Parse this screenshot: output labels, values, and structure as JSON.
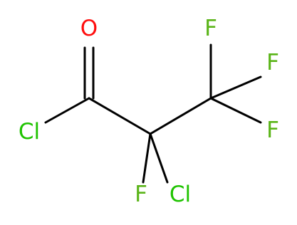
{
  "molecule": {
    "atoms": {
      "o": "O",
      "cl_acyl": "Cl",
      "f_alpha": "F",
      "cl_alpha": "Cl",
      "f_top": "F",
      "f_right": "F",
      "f_bottom": "F"
    },
    "colors": {
      "oxygen": "#ff0d0d",
      "chlorine": "#1fc300",
      "fluorine": "#5ab418",
      "bond": "#000000"
    }
  }
}
